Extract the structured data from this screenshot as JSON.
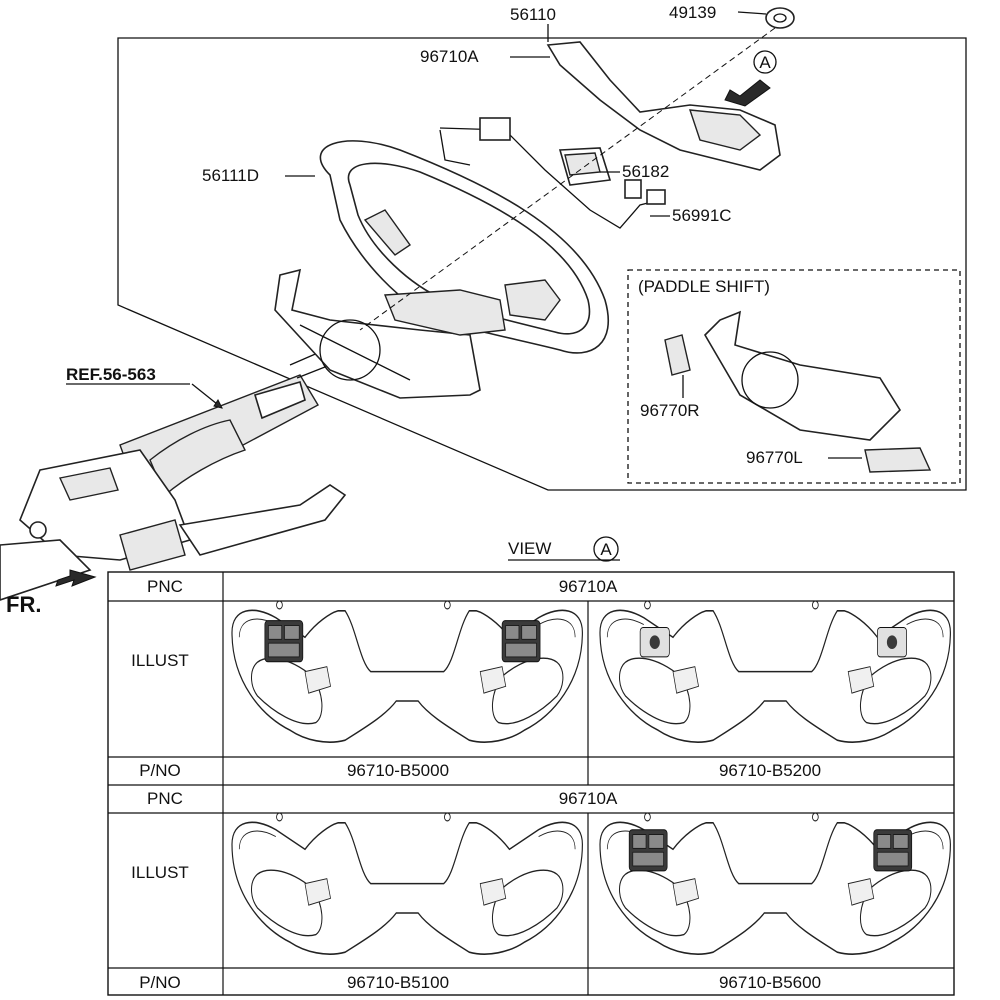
{
  "callouts": {
    "p56110": "56110",
    "p49139": "49139",
    "p96710a": "96710A",
    "p56111d": "56111D",
    "p56182": "56182",
    "p56991c": "56991C",
    "ref": "REF.56-563",
    "view_marker": "A",
    "p96770r": "96770R",
    "p96770l": "96770L",
    "front": "FR."
  },
  "paddle_box_title": "(PADDLE SHIFT)",
  "view": {
    "label": "VIEW",
    "marker": "A"
  },
  "table": {
    "sections": [
      {
        "pnc_label": "PNC",
        "pnc_value": "96710A",
        "illust_label": "ILLUST",
        "pno_label": "P/NO",
        "parts": [
          "96710-B5000",
          "96710-B5200"
        ]
      },
      {
        "pnc_label": "PNC",
        "pnc_value": "96710A",
        "illust_label": "ILLUST",
        "pno_label": "P/NO",
        "parts": [
          "96710-B5100",
          "96710-B5600"
        ]
      }
    ]
  }
}
